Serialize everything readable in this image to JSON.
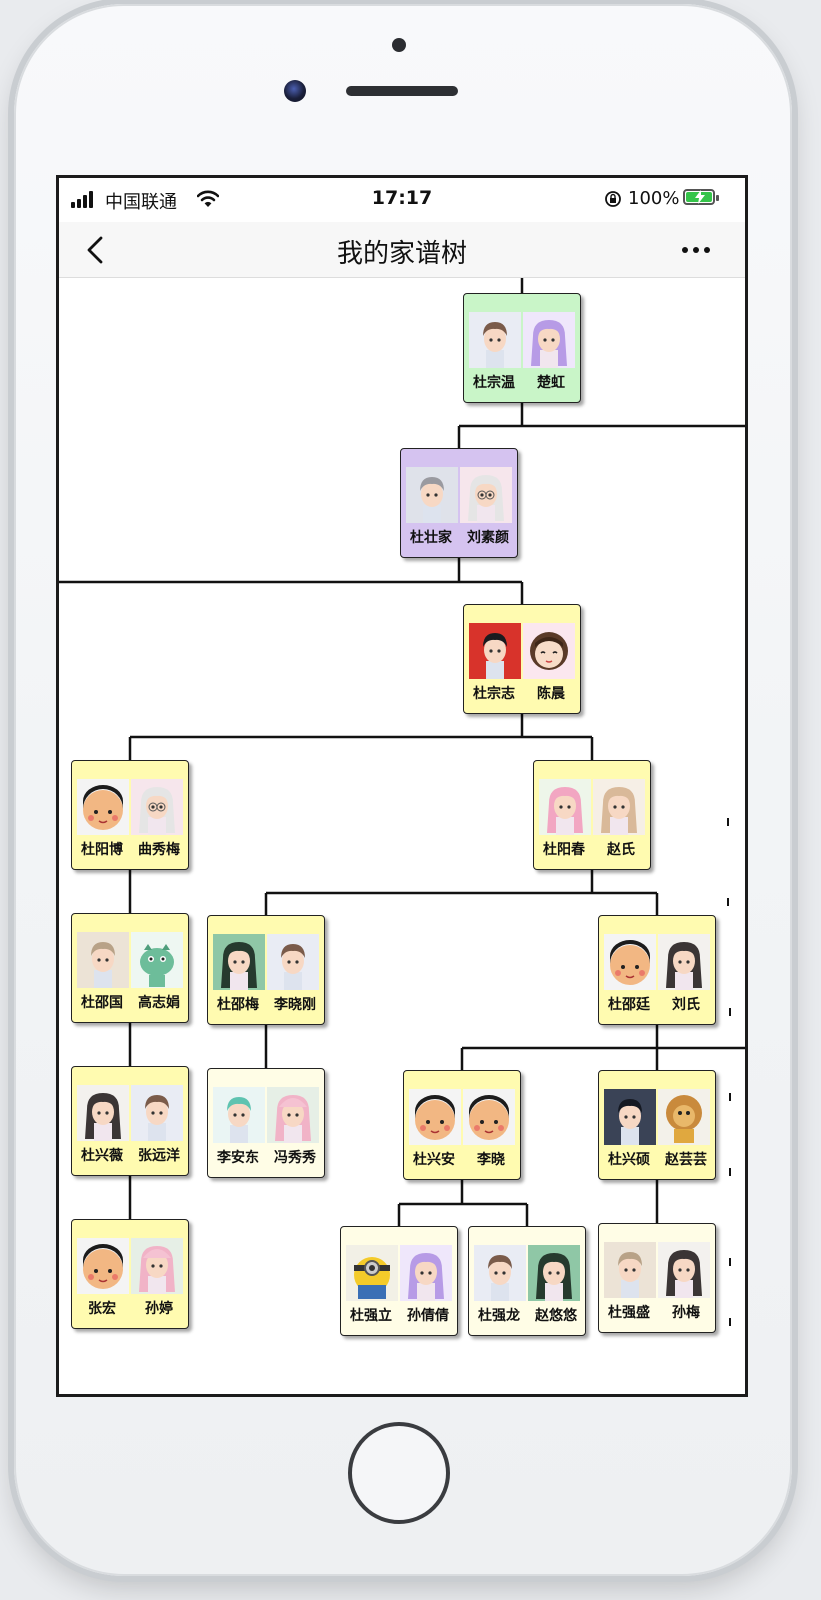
{
  "status_bar": {
    "carrier": "中国联通",
    "time": "17:17",
    "battery": "100%"
  },
  "nav": {
    "title": "我的家谱树"
  },
  "colors": {
    "green_card": "#c9f5c8",
    "purple_card": "#d5c3f0",
    "yellow_card": "#fffbb0",
    "pale_card": "#fffde6",
    "battery": "#35c44a"
  },
  "tree": {
    "couples": [
      {
        "id": "c1",
        "color": "green",
        "members": [
          {
            "name": "杜宗温",
            "avatar": "boy-anime-avatar"
          },
          {
            "name": "楚虹",
            "avatar": "girl-purple-hair-avatar"
          }
        ]
      },
      {
        "id": "c2",
        "color": "purple",
        "members": [
          {
            "name": "杜壮家",
            "avatar": "boy-sketch-avatar"
          },
          {
            "name": "刘素颜",
            "avatar": "girl-glasses-avatar"
          }
        ]
      },
      {
        "id": "c3",
        "color": "yellow",
        "members": [
          {
            "name": "杜宗志",
            "avatar": "boy-red-bg-avatar"
          },
          {
            "name": "陈晨",
            "avatar": "cartoon-girl-avatar"
          }
        ]
      },
      {
        "id": "c4",
        "color": "yellow",
        "members": [
          {
            "name": "杜阳博",
            "avatar": "cartoon-boy-avatar"
          },
          {
            "name": "曲秀梅",
            "avatar": "girl-glasses-avatar"
          }
        ]
      },
      {
        "id": "c5",
        "color": "yellow",
        "members": [
          {
            "name": "杜阳春",
            "avatar": "girl-pink-hair-avatar"
          },
          {
            "name": "赵氏",
            "avatar": "girl-light-hair-avatar"
          }
        ]
      },
      {
        "id": "c6",
        "color": "yellow",
        "members": [
          {
            "name": "杜邵国",
            "avatar": "boy-side-profile-avatar"
          },
          {
            "name": "高志娟",
            "avatar": "green-dragon-avatar"
          }
        ]
      },
      {
        "id": "c7",
        "color": "yellow",
        "members": [
          {
            "name": "杜邵梅",
            "avatar": "girl-green-bg-avatar"
          },
          {
            "name": "李晓刚",
            "avatar": "boy-anime-avatar"
          }
        ]
      },
      {
        "id": "c8",
        "color": "yellow",
        "members": [
          {
            "name": "杜邵廷",
            "avatar": "cartoon-boy-avatar"
          },
          {
            "name": "刘氏",
            "avatar": "girl-long-hair-avatar"
          }
        ]
      },
      {
        "id": "c9",
        "color": "yellow",
        "members": [
          {
            "name": "杜兴薇",
            "avatar": "girl-long-hair-avatar"
          },
          {
            "name": "张远洋",
            "avatar": "boy-anime-avatar"
          }
        ]
      },
      {
        "id": "c10",
        "color": "pale",
        "members": [
          {
            "name": "李安东",
            "avatar": "boy-green-hair-avatar"
          },
          {
            "name": "冯秀秀",
            "avatar": "girl-pink-hat-avatar"
          }
        ]
      },
      {
        "id": "c11",
        "color": "yellow",
        "members": [
          {
            "name": "杜兴安",
            "avatar": "cartoon-boy-avatar"
          },
          {
            "name": "李晓",
            "avatar": "cartoon-boy-avatar"
          }
        ]
      },
      {
        "id": "c12",
        "color": "yellow",
        "members": [
          {
            "name": "杜兴硕",
            "avatar": "boy-dark-hair-avatar"
          },
          {
            "name": "赵芸芸",
            "avatar": "lion-mascot-avatar"
          }
        ]
      },
      {
        "id": "c13",
        "color": "yellow",
        "members": [
          {
            "name": "张宏",
            "avatar": "cartoon-boy-avatar"
          },
          {
            "name": "孙婷",
            "avatar": "girl-pink-hat-avatar"
          }
        ]
      },
      {
        "id": "c14",
        "color": "pale",
        "members": [
          {
            "name": "杜强立",
            "avatar": "minion-avatar"
          },
          {
            "name": "孙倩倩",
            "avatar": "girl-purple-hair-avatar"
          }
        ]
      },
      {
        "id": "c15",
        "color": "pale",
        "members": [
          {
            "name": "杜强龙",
            "avatar": "boy-anime-avatar"
          },
          {
            "name": "赵悠悠",
            "avatar": "girl-green-bg-avatar"
          }
        ]
      },
      {
        "id": "c16",
        "color": "pale",
        "members": [
          {
            "name": "杜强盛",
            "avatar": "boy-side-profile-avatar"
          },
          {
            "name": "孙梅",
            "avatar": "girl-long-hair-avatar"
          }
        ]
      }
    ]
  }
}
